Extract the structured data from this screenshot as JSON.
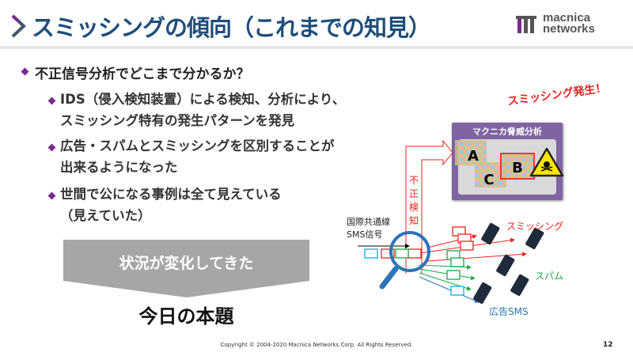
{
  "header": {
    "title": "スミッシングの傾向（これまでの知見）",
    "logo_line1": "macnica",
    "logo_line2": "networks"
  },
  "bullets": {
    "main": "不正信号分析でどこまで分かるか？",
    "sub": [
      {
        "lines": [
          "IDS（侵入検知装置）による検知、分析により、",
          "スミッシング特有の発生パターンを発見"
        ]
      },
      {
        "lines": [
          "広告・スパムとスミッシングを区別することが",
          "出来るようになった"
        ]
      },
      {
        "lines": [
          "世間で公になる事例は全て見えている",
          "（見えていた）"
        ]
      }
    ]
  },
  "banner": {
    "text": "状況が変化してきた"
  },
  "topic": "今日の本題",
  "diagram": {
    "alert": "スミッシング発生！",
    "box_title": "マクニカ脅威分析",
    "clusters": [
      "A",
      "B",
      "C"
    ],
    "detect_label": [
      "不",
      "正",
      "検",
      "知"
    ],
    "input_label": [
      "国際共通線",
      "SMS信号"
    ],
    "smishing": "スミッシング",
    "spam": "スパム",
    "ad": "広告SMS",
    "colors": {
      "smishing": "#e8231e",
      "spam": "#1aa64a",
      "ad": "#2e75b6",
      "box": "#8064a2"
    }
  },
  "footer": {
    "copyright": "Copyright © 2004-2020 Macnica Networks Corp. All Rights Reserved.",
    "page": "12"
  }
}
